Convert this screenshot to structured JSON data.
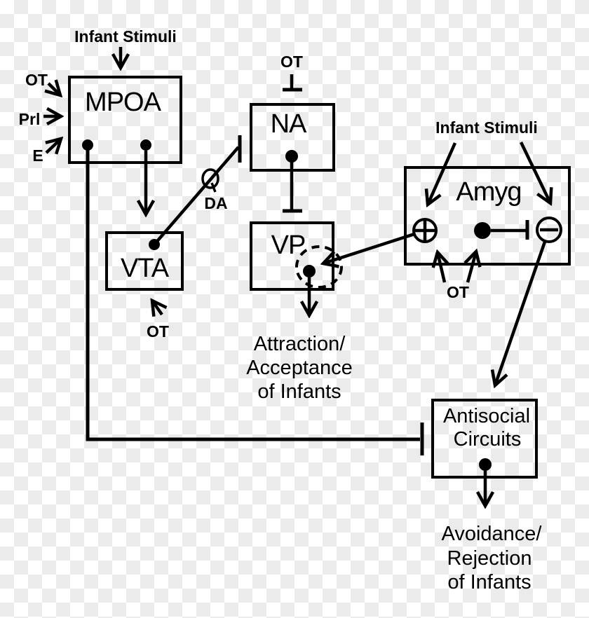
{
  "boxes": {
    "mpoa": {
      "label": "MPOA"
    },
    "na": {
      "label": "NA"
    },
    "vta": {
      "label": "VTA"
    },
    "vp": {
      "label": "VP"
    },
    "amyg": {
      "label": "Amyg"
    },
    "antisocial": {
      "line1": "Antisocial",
      "line2": "Circuits"
    }
  },
  "labels": {
    "infant_stimuli_mpoa": "Infant Stimuli",
    "infant_stimuli_amyg": "Infant Stimuli",
    "ot_mpoa": "OT",
    "prl_mpoa": "Prl",
    "e_mpoa": "E",
    "da": "DA",
    "ot_vta": "OT",
    "ot_na": "OT",
    "ot_amyg": "OT"
  },
  "signs": {
    "excitatory_plus_icon": "+",
    "inhibitory_minus_icon": "−"
  },
  "outputs": {
    "attraction": {
      "line1": "Attraction/",
      "line2": "Acceptance",
      "line3": "of Infants"
    },
    "avoidance": {
      "line1": "Avoidance/",
      "line2": "Rejection",
      "line3": "of Infants"
    }
  },
  "colors": {
    "ink": "#000000",
    "checker_white": "#ffffff",
    "checker_gray": "#ebebeb"
  }
}
